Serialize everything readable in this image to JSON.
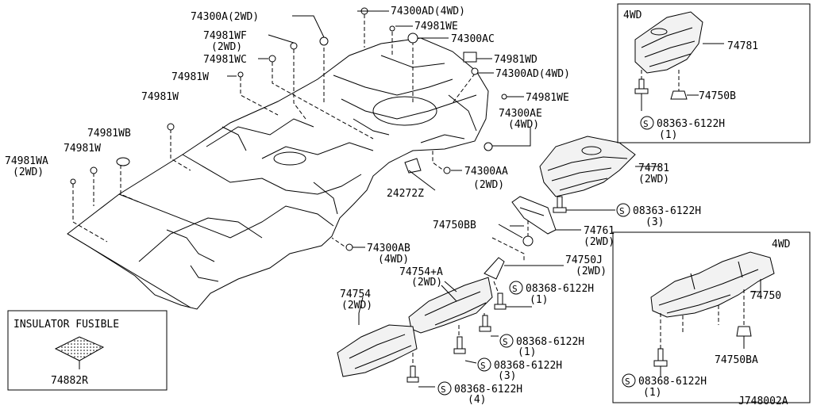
{
  "diagram_id": "J748002A",
  "inset_4wd_top": {
    "title": "4WD",
    "part_shield": "74781",
    "part_clip": "74750B",
    "bolt_code": "S",
    "bolt_part": "08363-6122H",
    "bolt_qty": "(1)"
  },
  "inset_4wd_bottom": {
    "title": "4WD",
    "part_shield": "74750",
    "part_clip": "74750BA",
    "bolt_code": "S",
    "bolt_part": "08368-6122H",
    "bolt_qty": "(1)"
  },
  "inset_insulator": {
    "title": "INSULATOR FUSIBLE",
    "part": "74882R"
  },
  "labels": {
    "l1": "74300A(2WD)",
    "l2": "74981WF",
    "l2b": "(2WD)",
    "l3": "74981WC",
    "l4": "74981W",
    "l5": "74981W",
    "l6": "74981WB",
    "l7": "74981W",
    "l8": "74981WA",
    "l8b": "(2WD)",
    "r1": "74300AD(4WD)",
    "r2": "74981WE",
    "r3": "74300AC",
    "r4": "74981WD",
    "r5": "74300AD(4WD)",
    "r6": "74981WE",
    "r7": "74300AE",
    "r7b": "(4WD)",
    "m1": "74300AA",
    "m1b": "(2WD)",
    "m2": "24272Z",
    "m3": "74300AB",
    "m3b": "(4WD)",
    "s1": "74781",
    "s1b": "(2WD)",
    "s2_code": "S",
    "s2": "08363-6122H",
    "s2b": "(3)",
    "s3": "74750BB",
    "s4": "74761",
    "s4b": "(2WD)",
    "s5": "74750J",
    "s5b": "(2WD)",
    "s6": "74754+A",
    "s6b": "(2WD)",
    "s7_code": "S",
    "s7": "08368-6122H",
    "s7b": "(1)",
    "s8": "74754",
    "s8b": "(2WD)",
    "s9_code": "S",
    "s9": "08368-6122H",
    "s9b": "(1)",
    "s10_code": "S",
    "s10": "08368-6122H",
    "s10b": "(3)",
    "s11_code": "S",
    "s11": "08368-6122H",
    "s11b": "(4)"
  }
}
